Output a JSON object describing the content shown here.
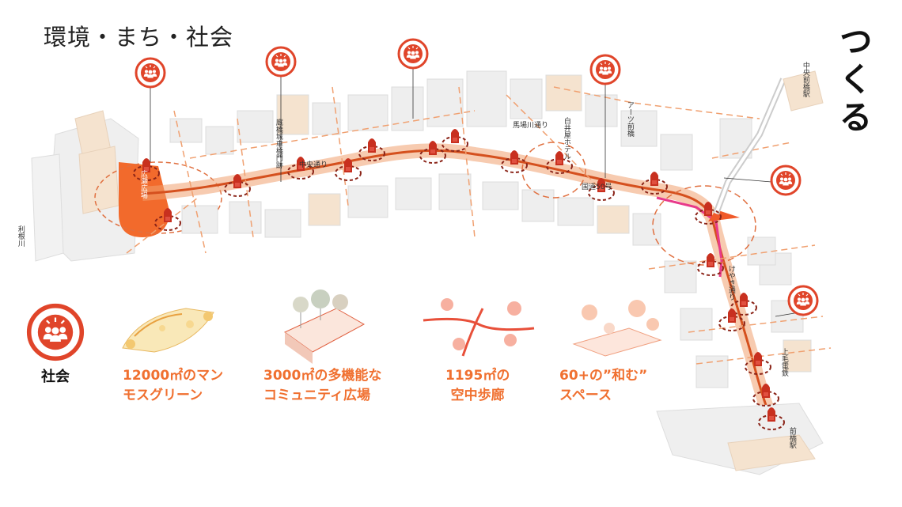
{
  "header": {
    "title": "環境・まち・社会",
    "vertical_title": "つくる"
  },
  "map_labels": {
    "tonegawa": "利根川",
    "jomon": "廐橋城車橋門跡",
    "plaza": "広瀬広場",
    "street1": "中央通り",
    "umayabashi": "馬場川通り",
    "hotel": "白井屋ホテル",
    "arts": "アーツ前橋",
    "route50": "国道50号",
    "chuo_station": "中央前橋駅",
    "keyaki": "けやき通り",
    "joshin": "上毛電鉄",
    "maebashi_station": "前橋駅"
  },
  "legend": {
    "label": "社会"
  },
  "features": [
    {
      "line1": "12000㎡のマン",
      "line2": "モスグリーン"
    },
    {
      "line1": "3000㎡の多機能な",
      "line2": "コミュニティ広場"
    },
    {
      "line1": "1195㎡の",
      "line2": "空中歩廊"
    },
    {
      "line1": "60+の”和む”",
      "line2": "スペース"
    }
  ],
  "colors": {
    "accent": "#e0452a",
    "orange": "#f07030",
    "pink": "#e83a8a",
    "building": "#eeeeee"
  },
  "icons": [
    "people-icon",
    "location-pin-icon"
  ]
}
